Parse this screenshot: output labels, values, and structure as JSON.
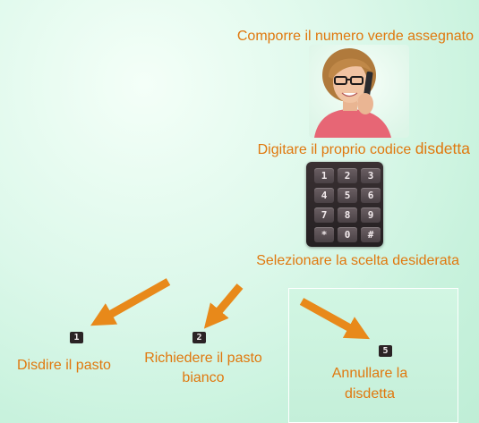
{
  "steps": {
    "dial": "Comporre il numero verde assegnato",
    "enter_code_prefix": "Digitare il proprio codice ",
    "enter_code_word": "disdetta",
    "select": "Selezionare la scelta desiderata"
  },
  "keypad": {
    "keys": [
      "1",
      "2",
      "3",
      "4",
      "5",
      "6",
      "7",
      "8",
      "9",
      "*",
      "0",
      "#"
    ]
  },
  "options": [
    {
      "key": "1",
      "label": "Disdire il pasto"
    },
    {
      "key": "2",
      "label": "Richiedere il pasto bianco"
    },
    {
      "key": "5",
      "label": "Annullare la disdetta"
    }
  ],
  "colors": {
    "text": "#e0780e",
    "arrow": "#e8891a",
    "key_badge": "#2b2325"
  }
}
